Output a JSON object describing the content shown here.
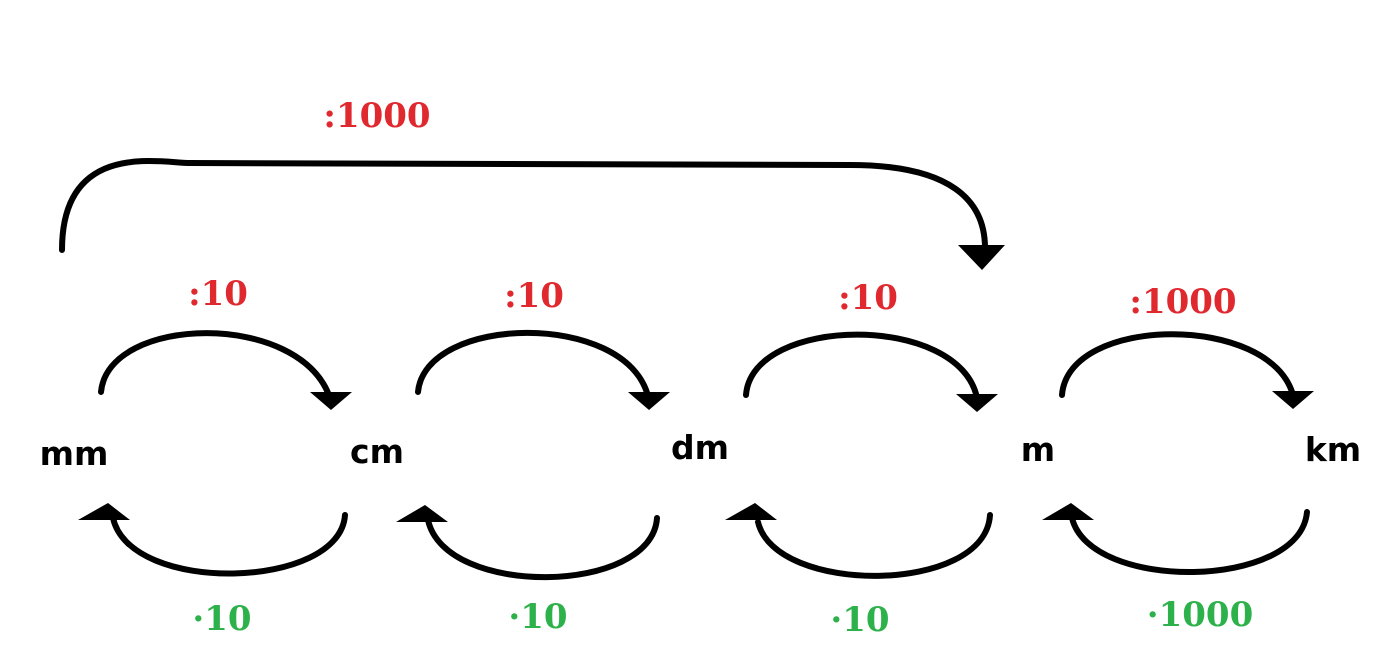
{
  "colors": {
    "divide": "#e0282f",
    "multiply": "#2db14a",
    "arrow": "#000000",
    "unit_text": "#000000"
  },
  "units": [
    "mm",
    "cm",
    "dm",
    "m",
    "km"
  ],
  "top_labels": [
    ":10",
    ":10",
    ":10",
    ":1000"
  ],
  "bottom_labels": [
    "·10",
    "·10",
    "·10",
    "·1000"
  ],
  "big_arc_label": ":1000"
}
